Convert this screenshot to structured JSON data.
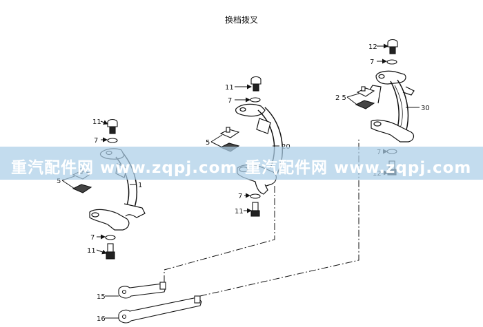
{
  "title": "换档拨叉",
  "watermark": {
    "left_text": "重汽配件网 www.zqpj.com",
    "right_text": "重汽配件网 www.zqpj.com",
    "band_color": "#accee8"
  },
  "callouts": {
    "c12a": "12",
    "c7a": "7",
    "c25": "2 5",
    "c30": "30",
    "c7b": "7",
    "c12b": "12",
    "c11a": "11",
    "c7c": "7",
    "c5a": "5",
    "c20": "20",
    "c7d": "7",
    "c11b": "11",
    "c11c": "11",
    "c7e": "7",
    "c5b": "5",
    "c1": "1",
    "c7f": "7",
    "c11d": "11",
    "c15": "15",
    "c16": "16"
  },
  "colors": {
    "line": "#111111",
    "background": "#ffffff"
  }
}
